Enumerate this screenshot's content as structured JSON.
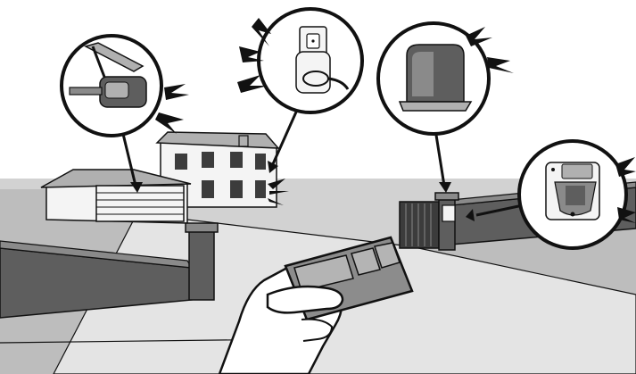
{
  "colors": {
    "ground_light": "#d2d2d2",
    "ground_mid": "#bdbdbd",
    "road": "#e4e4e4",
    "wall_dark": "#5e5e5e",
    "wall_top": "#8a8a8a",
    "house": "#f4f4f4",
    "house_dark": "#3c3c3c",
    "roof": "#b0b0b0",
    "remote_body": "#8c8c8c",
    "remote_button": "#b4b4b4",
    "ink": "#111111",
    "white": "#ffffff"
  },
  "callouts": [
    {
      "device": "garage-door-opener",
      "icon": "garage-opener-icon"
    },
    {
      "device": "plug-in-light-module",
      "icon": "plug-in-module-icon"
    },
    {
      "device": "gate-operator",
      "icon": "gate-operator-icon"
    },
    {
      "device": "wireless-keypad",
      "icon": "keypad-icon"
    }
  ],
  "remote": {
    "buttons": 3
  }
}
